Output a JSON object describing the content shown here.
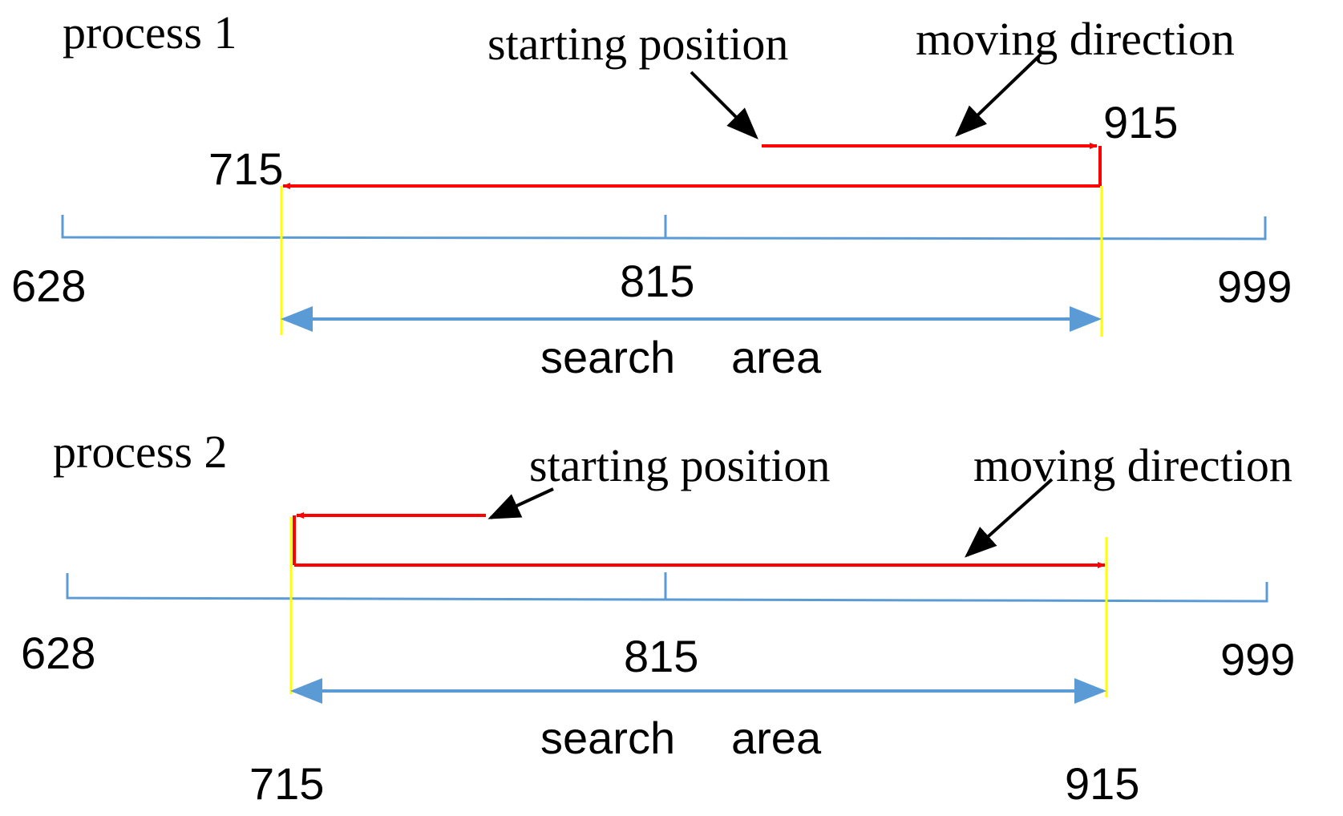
{
  "colors": {
    "axis": "#5b9bd5",
    "search_arrow": "#5b9bd5",
    "path": "#ff0000",
    "boundary": "#ffff00",
    "pointer": "#000000",
    "text": "#000000"
  },
  "process1": {
    "title": "process 1",
    "starting_label": "starting position",
    "moving_label": "moving direction",
    "axis_start": "628",
    "axis_mid": "815",
    "axis_end": "999",
    "left_bound": "715",
    "right_bound": "915",
    "search_word": "search",
    "area_word": "area"
  },
  "process2": {
    "title": "process 2",
    "starting_label": "starting position",
    "moving_label": "moving direction",
    "axis_start": "628",
    "axis_mid": "815",
    "axis_end": "999",
    "left_bound": "715",
    "right_bound": "915",
    "search_word": "search",
    "area_word": "area"
  }
}
